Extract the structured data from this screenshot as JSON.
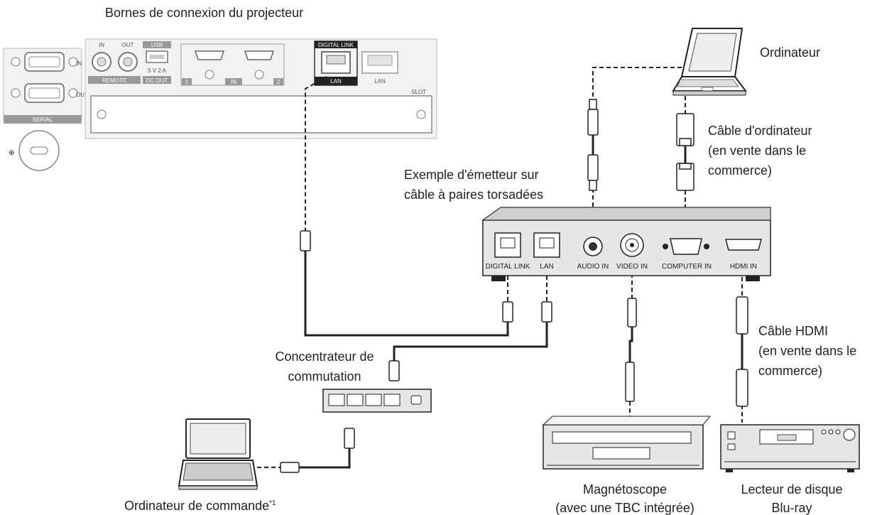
{
  "labels": {
    "projector_terminals": "Bornes de connexion du projecteur",
    "computer": "Ordinateur",
    "computer_cable_1": "Câble d'ordinateur",
    "computer_cable_2": "(en vente dans le",
    "computer_cable_3": "commerce)",
    "transmitter_1": "Exemple d'émetteur sur",
    "transmitter_2": "câble à paires torsadées",
    "hub_1": "Concentrateur de",
    "hub_2": "commutation",
    "hdmi_cable_1": "Câble HDMI",
    "hdmi_cable_2": "(en vente dans le",
    "hdmi_cable_3": "commerce)",
    "vcr_1": "Magnétoscope",
    "vcr_2": "(avec une TBC intégrée)",
    "bluray_1": "Lecteur de disque",
    "bluray_2": "Blu-ray",
    "control_computer": "Ordinateur de commande",
    "footnote_mark": "*1"
  },
  "projector_panel": {
    "in": "IN",
    "out": "OUT",
    "usb": "USB",
    "usb_rating": "5 V  2 A",
    "remote": "REMOTE",
    "dc_out": "DC OUT",
    "hdmi_1": "1",
    "hdmi_in": "IN",
    "hdmi_2": "2",
    "digital_link": "DIGITAL LINK",
    "lan": "LAN",
    "lan2": "LAN",
    "slot": "SLOT",
    "serial": "SERIAL",
    "serial_in": "IN",
    "serial_out": "OUT"
  },
  "transmitter_ports": {
    "digital_link": "DIGITAL LINK",
    "lan": "LAN",
    "audio_in": "AUDIO IN",
    "video_in": "VIDEO IN",
    "computer_in": "COMPUTER IN",
    "hdmi_in": "HDMI IN"
  }
}
